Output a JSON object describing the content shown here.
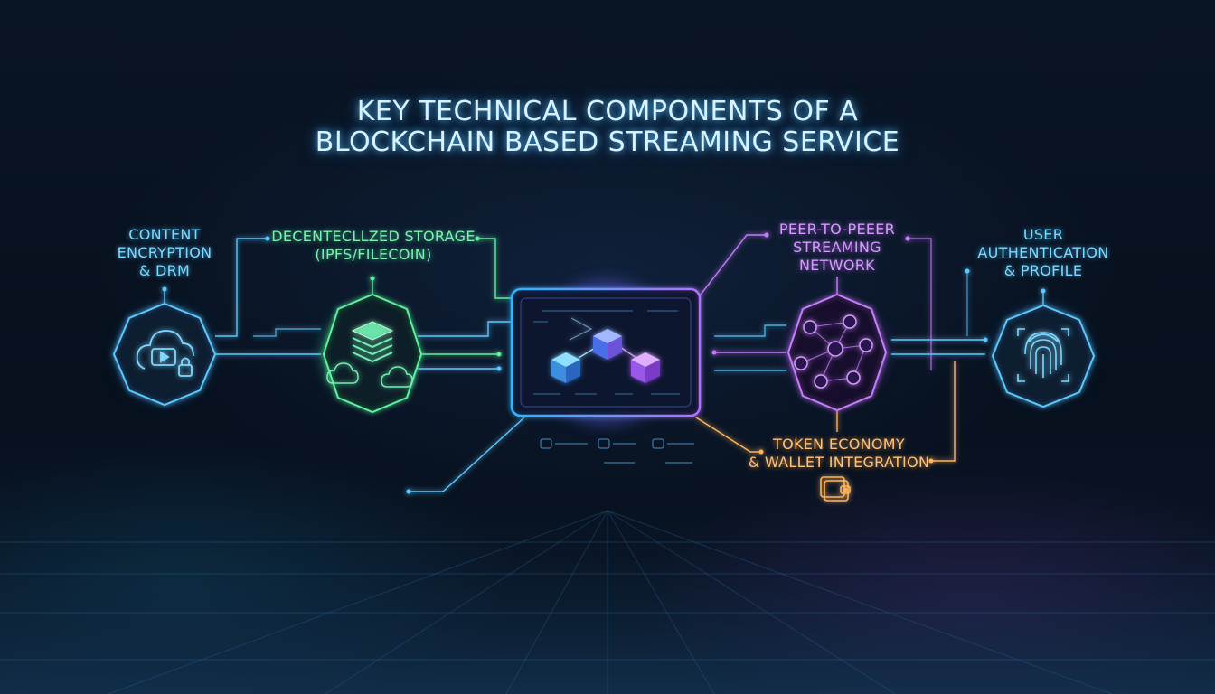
{
  "title": {
    "line1": "KEY TECHNICAL COMPONENTS OF A",
    "line2": "BLOCKCHAIN BASED STREAMING SERVICE"
  },
  "components": {
    "encryption": {
      "line1": "CONTENT",
      "line2": "ENCRYPTION",
      "line3": "& DRM",
      "icon": "cloud-lock-icon",
      "color": "#5cc8ff"
    },
    "storage": {
      "line1": "DECENTECLLZED STORAGE",
      "line2": "(IPFS/FILECOIN)",
      "icon": "stacked-layers-icon",
      "color": "#5ef0a0"
    },
    "p2p": {
      "line1": "PEER-TO-PEEER",
      "line2": "STREAMING",
      "line3": "NETWORK",
      "icon": "peer-network-icon",
      "color": "#c77dff"
    },
    "auth": {
      "line1": "USER",
      "line2": "AUTHENTICATION",
      "line3": "& PROFILE",
      "icon": "fingerprint-icon",
      "color": "#5cc8ff"
    },
    "token": {
      "line1": "TOKEN ECONOMY",
      "line2": "& WALLET INTEGRATION",
      "icon": "wallet-icon",
      "color": "#ffb45c"
    }
  },
  "center": {
    "icon": "blockchain-cubes-icon",
    "color": "#8a7dff"
  }
}
